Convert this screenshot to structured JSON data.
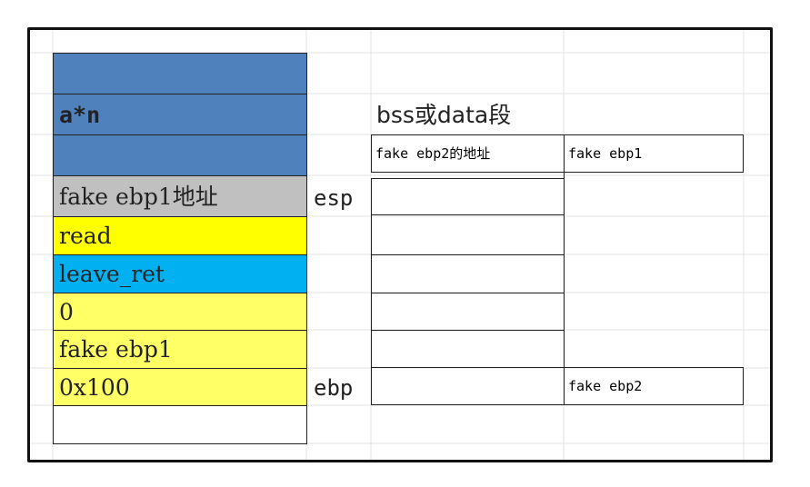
{
  "colors": {
    "blue": "#4f81bd",
    "gray": "#c0c0c0",
    "yellow": "#ffff00",
    "light_yellow": "#ffff66",
    "cyan": "#00b0f0",
    "border": "#222222",
    "grid": "#e3e3e3"
  },
  "stack": {
    "cells": [
      {
        "text": "",
        "color": "blue"
      },
      {
        "text": "a*n",
        "color": "blue"
      },
      {
        "text": "",
        "color": "blue"
      },
      {
        "text": "fake ebp1地址",
        "color": "gray"
      },
      {
        "text": "read",
        "color": "yellow"
      },
      {
        "text": "leave_ret",
        "color": "cyan"
      },
      {
        "text": "0",
        "color": "light_yellow"
      },
      {
        "text": "fake ebp1",
        "color": "light_yellow"
      },
      {
        "text": "0x100",
        "color": "light_yellow"
      },
      {
        "text": "",
        "color": "white"
      }
    ],
    "esp_label": "esp",
    "ebp_label": "ebp"
  },
  "segment": {
    "title": "bss或data段",
    "col1_header": "fake ebp2的地址",
    "col2_header": "fake ebp1",
    "col2_bottom": "fake ebp2"
  }
}
